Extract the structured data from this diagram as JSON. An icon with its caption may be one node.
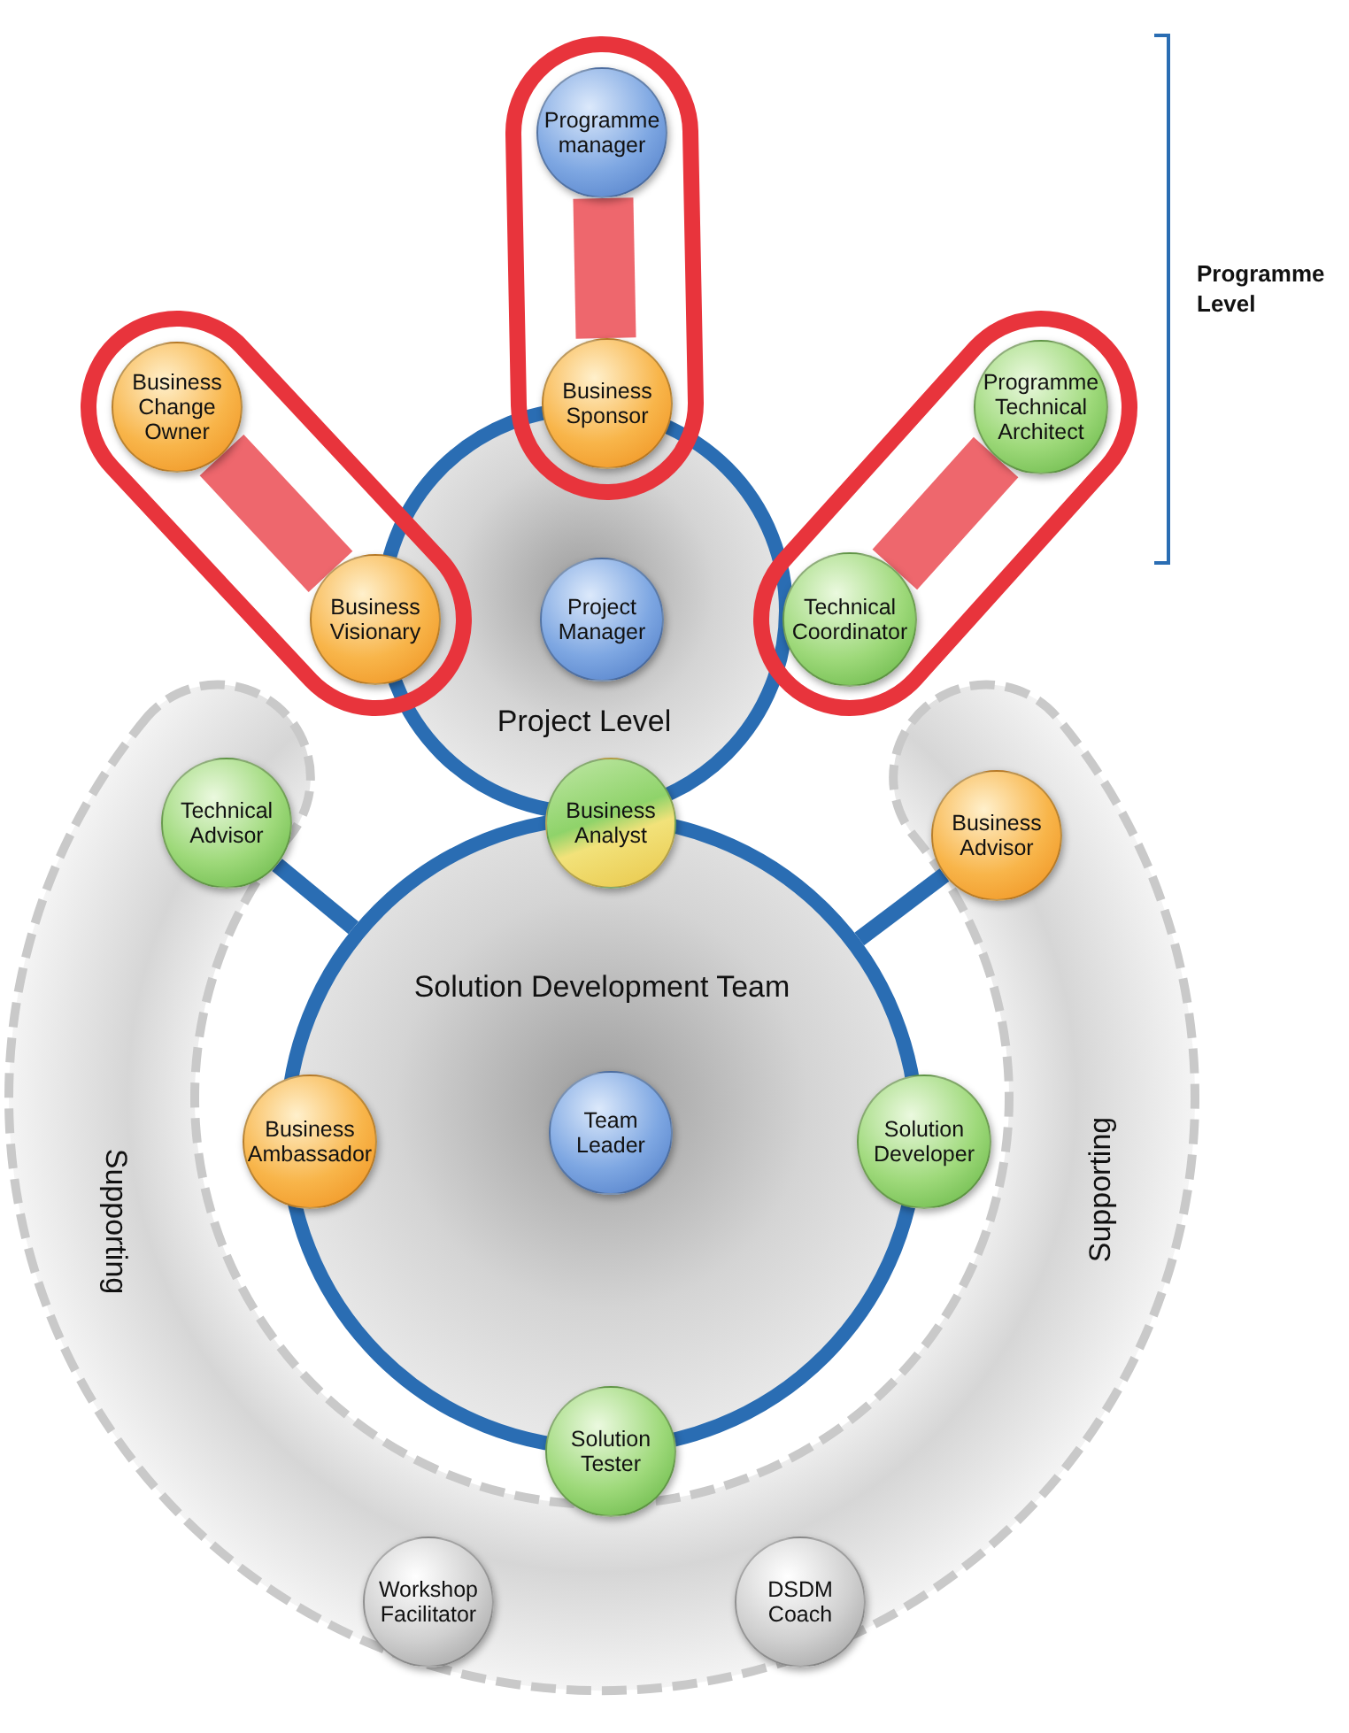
{
  "diagram": {
    "nodes": [
      {
        "text": [
          "Project Level"
        ]
      },
      {
        "text": [
          "Programme manager"
        ]
      },
      {
        "text": [
          "Business Sponsor"
        ]
      },
      {
        "text": [
          "Business Change Owner"
        ]
      },
      {
        "text": [
          "Business Visionary"
        ]
      },
      {
        "text": [
          "Programme Technical Architect"
        ]
      },
      {
        "text": [
          "Technical Coordinator"
        ]
      },
      {
        "text": [
          "Project Manager"
        ],
        "in": 0
      },
      {
        "text": [
          "Supporting",
          "Supporting"
        ]
      },
      {
        "text": [
          "Technical Advisor"
        ],
        "in": 8
      },
      {
        "text": [
          "Business Analyst"
        ]
      },
      {
        "text": [
          "Business Advisor"
        ],
        "in": 8
      },
      {
        "text": [
          "Solution Development Team"
        ]
      },
      {
        "text": [
          "Business Ambassador"
        ]
      },
      {
        "text": [
          "Team Leader"
        ],
        "in": 12
      },
      {
        "text": [
          "Solution Developer"
        ]
      },
      {
        "text": [
          "Solution Tester"
        ]
      },
      {
        "text": [
          "Workshop Facilitator"
        ],
        "in": 8
      },
      {
        "text": [
          "DSDM Coach"
        ],
        "in": 8
      }
    ],
    "edges": [
      {
        "from": 1,
        "to": 2,
        "arrow": "none",
        "color": "#e8343c"
      },
      {
        "from": 3,
        "to": 4,
        "arrow": "none",
        "color": "#e8343c"
      },
      {
        "from": 5,
        "to": 6,
        "arrow": "none",
        "color": "#e8343c"
      },
      {
        "from": 9,
        "to": 12,
        "arrow": "none",
        "color": "#2a6db3"
      },
      {
        "from": 11,
        "to": 12,
        "arrow": "none",
        "color": "#2a6db3"
      }
    ],
    "labels": [
      "Programme Level"
    ]
  }
}
